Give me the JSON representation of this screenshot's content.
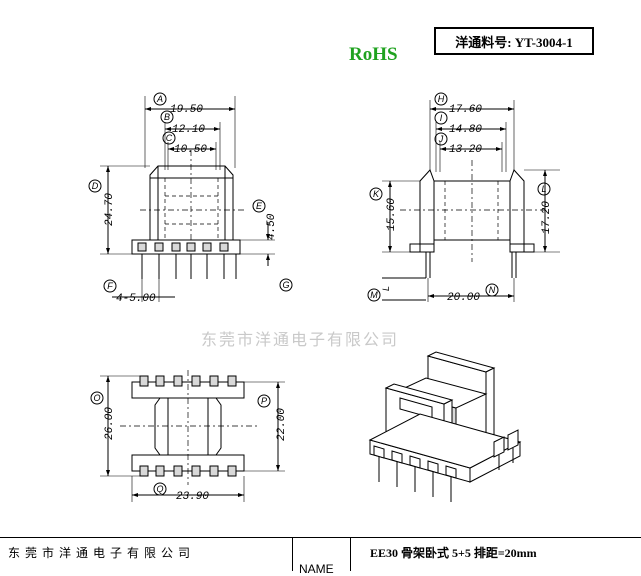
{
  "header": {
    "part_number": "洋通料号: YT-3004-1",
    "rohs": "RoHS"
  },
  "watermark": "东莞市洋通电子有限公司",
  "top_left_view": {
    "dimensions": [
      {
        "label": "A",
        "value": "19.50"
      },
      {
        "label": "B",
        "value": "12.10"
      },
      {
        "label": "C",
        "value": "10.50"
      },
      {
        "label": "D",
        "value": "24.70"
      },
      {
        "label": "E",
        "value": "4.50"
      },
      {
        "label": "F",
        "value": "4-5.00"
      },
      {
        "label": "G",
        "value": ""
      }
    ]
  },
  "top_right_view": {
    "dimensions": [
      {
        "label": "H",
        "value": "17.60"
      },
      {
        "label": "I",
        "value": "14.80"
      },
      {
        "label": "J",
        "value": "13.20"
      },
      {
        "label": "K",
        "value": "15.60"
      },
      {
        "label": "L",
        "value": "17.20"
      },
      {
        "label": "M",
        "value": ""
      },
      {
        "label": "N",
        "value": "20.00"
      }
    ],
    "small_label": "L"
  },
  "bottom_left_view": {
    "dimensions": [
      {
        "label": "O",
        "value": "26.00"
      },
      {
        "label": "P",
        "value": "22.00"
      },
      {
        "label": "Q",
        "value": "23.90"
      }
    ]
  },
  "footer": {
    "company": "东莞市洋通电子有限公司",
    "name_label": "NAME",
    "description": "EE30 骨架卧式 5+5 排距=20mm"
  }
}
